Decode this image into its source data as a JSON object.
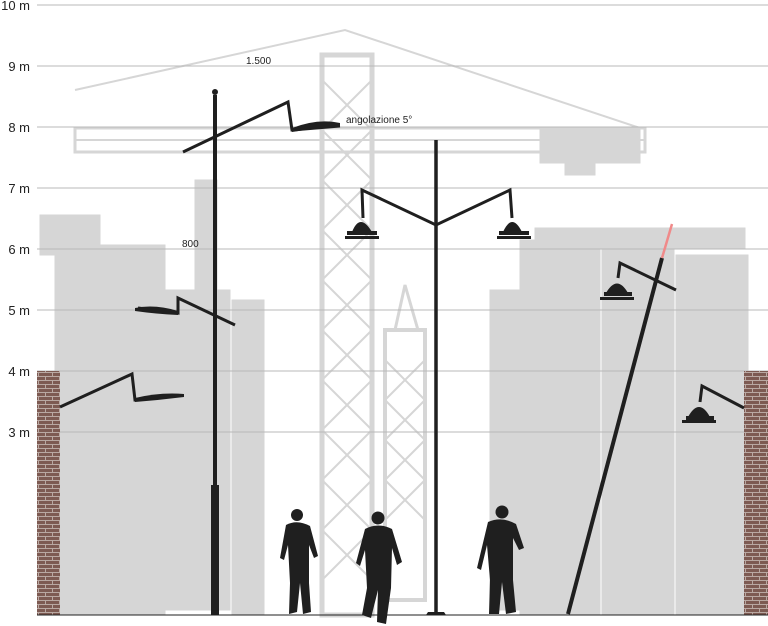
{
  "scale": {
    "unit": "m",
    "levels": [
      {
        "value": 10,
        "label": "10 m"
      },
      {
        "value": 9,
        "label": "9 m"
      },
      {
        "value": 8,
        "label": "8 m"
      },
      {
        "value": 7,
        "label": "7 m"
      },
      {
        "value": 6,
        "label": "6 m"
      },
      {
        "value": 5,
        "label": "5 m"
      },
      {
        "value": 4,
        "label": "4 m"
      },
      {
        "value": 3,
        "label": "3 m"
      }
    ]
  },
  "annotations": {
    "arm_length": "1.500",
    "arm_angle": "angolazione 5°",
    "bracket_length": "800"
  },
  "colors": {
    "pole": "#1f1f1f",
    "background_silhouette": "#d6d6d6",
    "gridline": "#b8b8b8",
    "brick": "#7d5a52",
    "mortar": "#b9a8a2",
    "pole_tip_accent": "#f08a8a"
  }
}
